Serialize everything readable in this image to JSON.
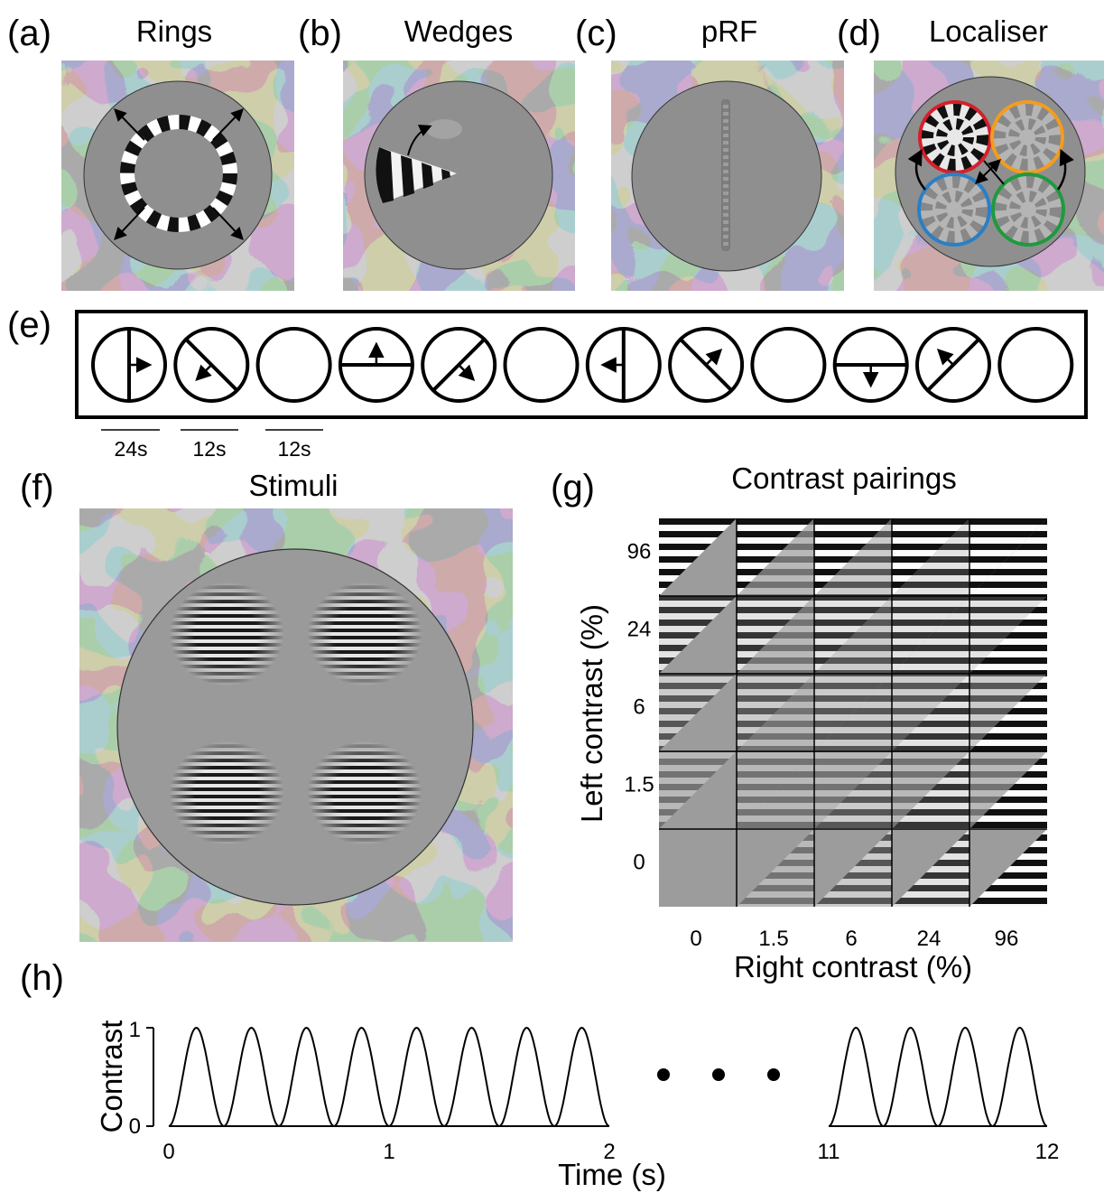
{
  "panels": {
    "a": {
      "letter": "(a)",
      "title": "Rings"
    },
    "b": {
      "letter": "(b)",
      "title": "Wedges"
    },
    "c": {
      "letter": "(c)",
      "title": "pRF"
    },
    "d": {
      "letter": "(d)",
      "title": "Localiser"
    },
    "e": {
      "letter": "(e)",
      "durations": [
        "24s",
        "12s",
        "12s"
      ]
    },
    "f": {
      "letter": "(f)",
      "title": "Stimuli"
    },
    "g": {
      "letter": "(g)",
      "title": "Contrast pairings"
    },
    "h": {
      "letter": "(h)"
    }
  },
  "localiser_colors": [
    "#d4202a",
    "#f39c1e",
    "#2a7fc5",
    "#1e9a3e"
  ],
  "sequence": [
    "vertical-right",
    "diagonal-down-left",
    "blank",
    "horizontal-up",
    "diagonal-down-right",
    "blank",
    "vertical-left",
    "diagonal-up-right",
    "blank",
    "horizontal-down",
    "diagonal-up-left",
    "blank"
  ],
  "chart_data": [
    {
      "type": "heatmap",
      "title": "Contrast pairings",
      "xlabel": "Right contrast (%)",
      "ylabel": "Left contrast (%)",
      "x_categories": [
        "0",
        "1.5",
        "6",
        "24",
        "96"
      ],
      "y_categories": [
        "96",
        "24",
        "6",
        "1.5",
        "0"
      ],
      "right_values": [
        0,
        1.5,
        6,
        24,
        96
      ],
      "left_values": [
        96,
        24,
        6,
        1.5,
        0
      ]
    },
    {
      "type": "line",
      "xlabel": "Time (s)",
      "ylabel": "Contrast",
      "y_ticks": [
        "0",
        "1"
      ],
      "segments": [
        {
          "x_ticks": [
            "0",
            "1",
            "2"
          ],
          "xlim": [
            0,
            2
          ],
          "cycles": 8
        },
        {
          "x_ticks": [
            "11",
            "12"
          ],
          "xlim": [
            11,
            12
          ],
          "cycles": 4
        }
      ],
      "ylim": [
        0,
        1
      ],
      "frequency_hz": 4
    }
  ]
}
